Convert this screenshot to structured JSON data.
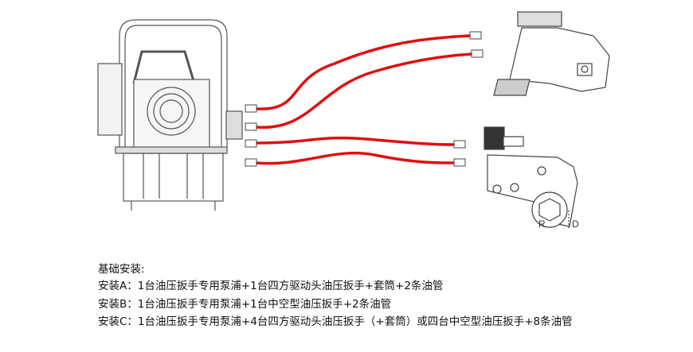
{
  "diagram": {
    "label_r": "R",
    "label_d": "D",
    "hose_color": "#e01010"
  },
  "caption": {
    "title": "基础安装:",
    "lines": [
      "安装A：1台油压扳手专用泵浦+1台四方驱动头油压扳手+套筒+2条油管",
      "安装B：1台油压扳手专用泵浦+1台中空型油压扳手+2条油管",
      "安装C：1台油压扳手专用泵浦+4台四方驱动头油压扳手（+套筒）或四台中空型油压扳手+8条油管"
    ]
  }
}
